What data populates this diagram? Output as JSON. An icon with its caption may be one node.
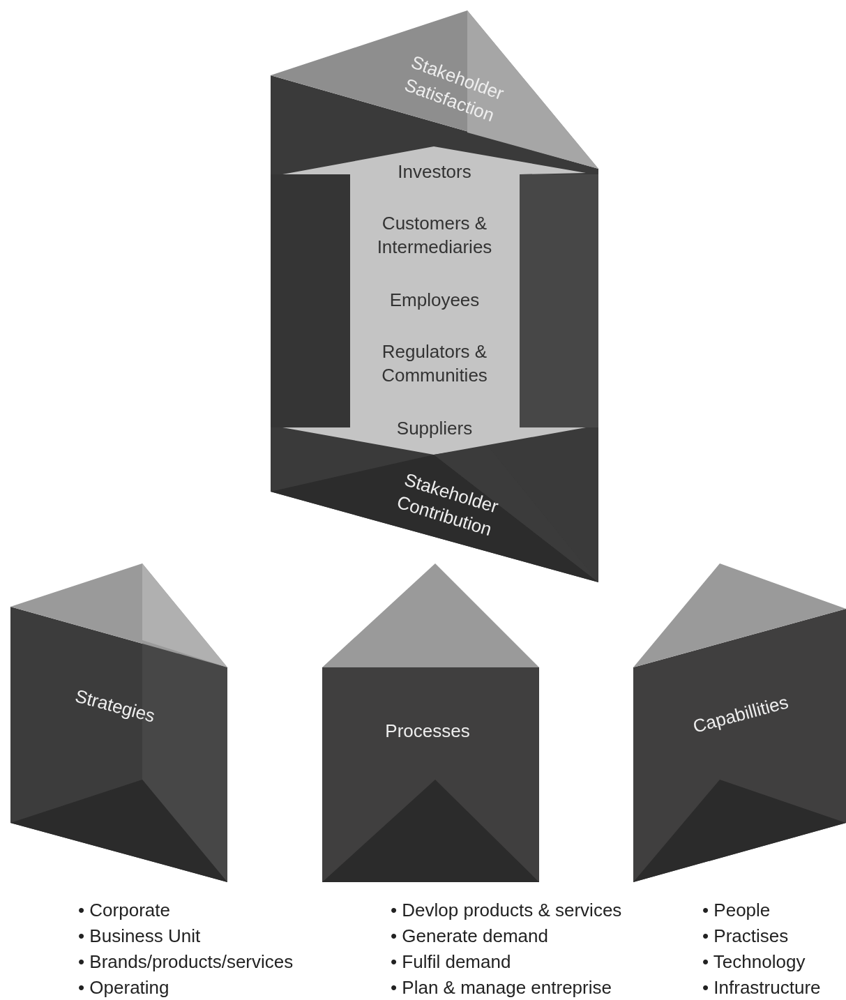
{
  "diagram": {
    "nodes": [
      {
        "text": [
          "Stakeholder Satisfaction"
        ]
      },
      {
        "text": [
          "Investors",
          "Customers & Intermediaries",
          "Employees",
          "Regulators & Communities",
          "Suppliers"
        ]
      },
      {
        "text": [
          "Stakeholder Contribution"
        ]
      },
      {
        "text": [
          "Strategies"
        ],
        "beside": [
          "• Corporate",
          "• Business Unit",
          "• Brands/products/services",
          "• Operating"
        ]
      },
      {
        "text": [
          "Processes"
        ],
        "beside": [
          "• Devlop products & services",
          "• Generate demand",
          "• Fulfil demand",
          "• Plan & manage entreprise"
        ]
      },
      {
        "text": [
          "Capabillities"
        ],
        "beside": [
          "• People",
          "• Practises",
          "• Technology",
          "• Infrastructure"
        ]
      }
    ],
    "edges": [
      {
        "from": 2,
        "to": 0,
        "arrow": "both"
      }
    ]
  }
}
